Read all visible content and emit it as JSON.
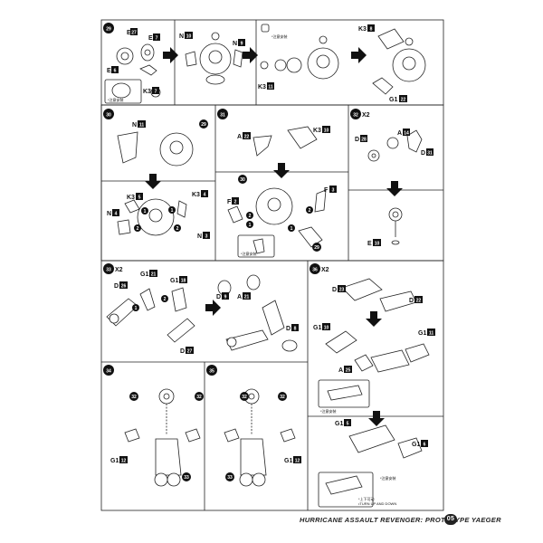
{
  "steps": [
    {
      "id": "s29",
      "number": "29",
      "parts": [
        {
          "letter": "E",
          "num": "27"
        },
        {
          "letter": "E",
          "num": "7"
        },
        {
          "letter": "E",
          "num": "6"
        },
        {
          "letter": "K3",
          "num": "7"
        },
        {
          "letter": "N",
          "num": "10"
        },
        {
          "letter": "N",
          "num": "9"
        },
        {
          "letter": "K3",
          "num": "11"
        },
        {
          "letter": "K3",
          "num": "8"
        },
        {
          "letter": "G1",
          "num": "22"
        }
      ],
      "notes": [
        "*注意安装",
        "*注意安装"
      ]
    },
    {
      "id": "s30",
      "number": "30",
      "parts": [
        {
          "letter": "N",
          "num": "11"
        },
        {
          "letter": "K3",
          "num": "5"
        },
        {
          "letter": "K3",
          "num": "4"
        },
        {
          "letter": "N",
          "num": "4"
        },
        {
          "letter": "N",
          "num": "3"
        }
      ],
      "refs": [
        "29"
      ],
      "markers": [
        "1",
        "2",
        "1",
        "2"
      ]
    },
    {
      "id": "s31",
      "number": "31",
      "parts": [
        {
          "letter": "A",
          "num": "22"
        },
        {
          "letter": "K3",
          "num": "10"
        },
        {
          "letter": "F",
          "num": "2"
        },
        {
          "letter": "F",
          "num": "3"
        }
      ],
      "refs": [
        "30",
        "29"
      ],
      "markers": [
        "1",
        "2",
        "1",
        "2"
      ],
      "notes": [
        "*注意安装"
      ]
    },
    {
      "id": "s32",
      "number": "32",
      "count": "X2",
      "parts": [
        {
          "letter": "A",
          "num": "14"
        },
        {
          "letter": "D",
          "num": "28"
        },
        {
          "letter": "D",
          "num": "31"
        },
        {
          "letter": "E",
          "num": "10"
        }
      ]
    },
    {
      "id": "s33",
      "number": "33",
      "count": "X2",
      "parts": [
        {
          "letter": "D",
          "num": "26"
        },
        {
          "letter": "G1",
          "num": "21"
        },
        {
          "letter": "G1",
          "num": "18"
        },
        {
          "letter": "D",
          "num": "27"
        },
        {
          "letter": "D",
          "num": "9"
        },
        {
          "letter": "A",
          "num": "21"
        },
        {
          "letter": "D",
          "num": "8"
        }
      ],
      "markers": [
        "1",
        "2"
      ]
    },
    {
      "id": "s34",
      "number": "34",
      "parts": [
        {
          "letter": "G1",
          "num": "12"
        }
      ],
      "refs": [
        "32",
        "32",
        "33"
      ]
    },
    {
      "id": "s35",
      "number": "35",
      "parts": [
        {
          "letter": "G1",
          "num": "12"
        }
      ],
      "refs": [
        "32",
        "32",
        "33"
      ]
    },
    {
      "id": "s36",
      "number": "36",
      "count": "X2",
      "parts": [
        {
          "letter": "D",
          "num": "23"
        },
        {
          "letter": "D",
          "num": "22"
        },
        {
          "letter": "G1",
          "num": "10"
        },
        {
          "letter": "G1",
          "num": "11"
        },
        {
          "letter": "A",
          "num": "25"
        },
        {
          "letter": "G1",
          "num": "5"
        },
        {
          "letter": "G1",
          "num": "6"
        }
      ],
      "notes": [
        "*注意安装",
        "*注意安装",
        "*上下可动",
        "•TURN UP AND DOWN"
      ]
    }
  ],
  "footer": {
    "title": "HURRICANE ASSAULT REVENGER: PROTOTYPE YAEGER",
    "page": "05"
  }
}
